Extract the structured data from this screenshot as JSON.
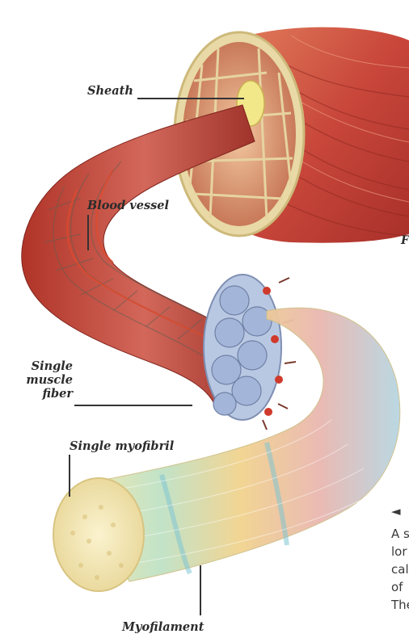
{
  "labels": {
    "sheath": "Sheath",
    "blood_vessel": "Blood vessel",
    "single_muscle_fiber": [
      "Single",
      "muscle",
      "fiber"
    ],
    "single_myofibril": "Single myofibril",
    "myofilament": "Myofilament"
  },
  "cropped_caption": {
    "marker": "◄",
    "fragment_letter": "F",
    "lines": [
      "A s",
      "lor",
      "cal",
      "of",
      "The"
    ]
  },
  "colors": {
    "muscle_red": "#c8463a",
    "sheath_yellow": "#e8e07a",
    "fiber_blue": "#9fb7d8",
    "myofibril_cream": "#f2e6b8"
  }
}
